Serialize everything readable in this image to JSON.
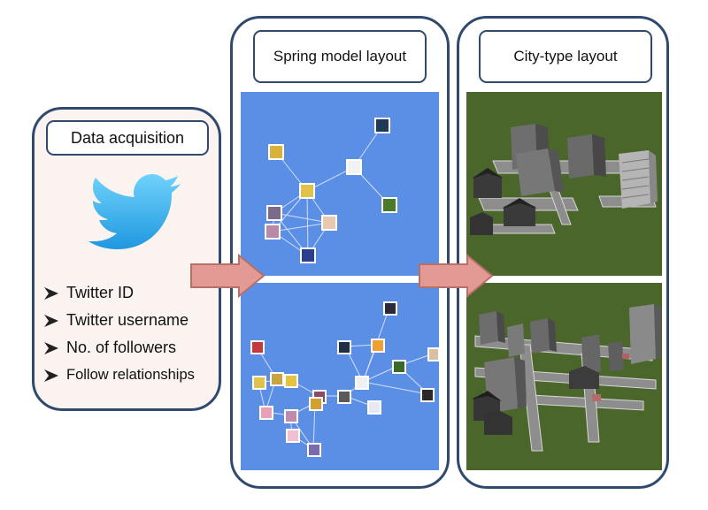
{
  "data_panel": {
    "title": "Data acquisition",
    "logo": "twitter-bird-icon",
    "items": [
      "Twitter ID",
      "Twitter username",
      "No. of followers",
      "Follow relationships"
    ]
  },
  "spring_panel": {
    "title": "Spring model layout"
  },
  "city_panel": {
    "title": "City-type layout"
  },
  "colors": {
    "panel_border": "#2f4a6e",
    "network_bg": "#5b8fe6",
    "grass": "#4f6a2e",
    "arrow": "#e39a94",
    "twitter_blue": "#29a6ea"
  }
}
